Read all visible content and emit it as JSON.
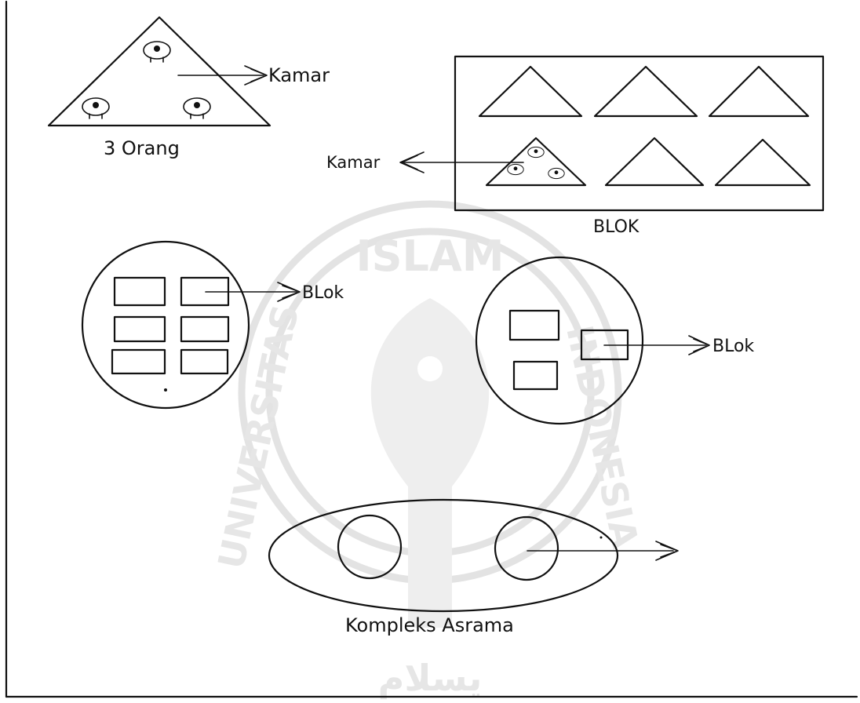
{
  "watermark": {
    "top_text": "ISLAM",
    "left_text": "UNIVERSITAS",
    "right_text": "INDONESIA",
    "bottom_text": "يسلام"
  },
  "labels": {
    "kamar_top": "Kamar",
    "three_people": "3 Orang",
    "kamar_left": "Kamar",
    "blok_caption": "BLOK",
    "blok_left_arrow": "BLok",
    "blok_right_arrow": "BLok",
    "kompleks_caption": "Kompleks Asrama"
  }
}
